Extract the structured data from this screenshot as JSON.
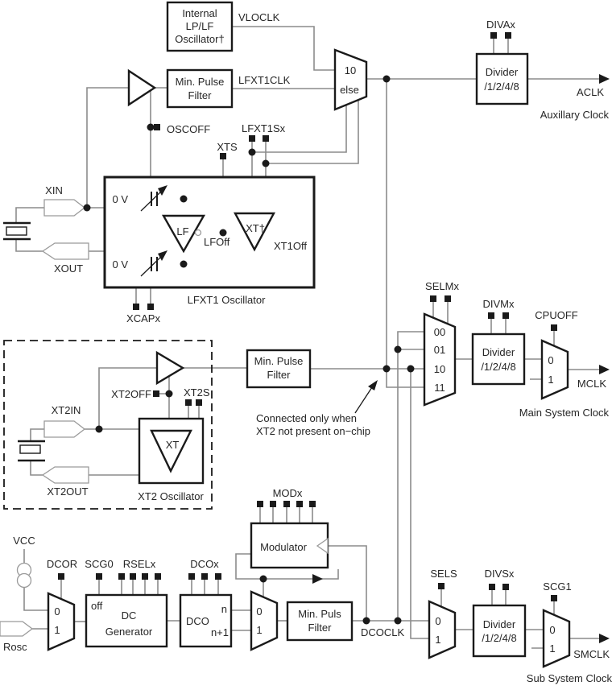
{
  "labels": {
    "internal_osc": {
      "l1": "Internal",
      "l2": "LP/LF",
      "l3": "Oscillator†"
    },
    "vloclk": "VLOCLK",
    "lfxt1clk": "LFXT1CLK",
    "mux_a": {
      "i0": "10",
      "i1": "else"
    },
    "divax": "DIVAx",
    "divider": {
      "l1": "Divider",
      "l2": "/1/2/4/8"
    },
    "filter": {
      "l1": "Min. Pulse",
      "l2": "Filter"
    },
    "filter_s": {
      "l1": "Min. Puls",
      "l2": "Filter"
    },
    "aclk": "ACLK",
    "aclk_caption": "Auxillary Clock",
    "oscoff": "OSCOFF",
    "xts": "XTS",
    "lfxt1sx": "LFXT1Sx",
    "xin": "XIN",
    "xout": "XOUT",
    "xcapx": "XCAPx",
    "v0": "0 V",
    "lf": "LF",
    "xt_dag": "XT†",
    "lfoff": "LFOff",
    "xt1off": "XT1Off",
    "lfxt1_caption": "LFXT1 Oscillator",
    "xt2off": "XT2OFF",
    "xt2s": "XT2S",
    "xt2in": "XT2IN",
    "xt2out": "XT2OUT",
    "xt": "XT",
    "xt2_caption": "XT2 Oscillator",
    "note": {
      "l1": "Connected only when",
      "l2": "XT2 not present on−chip"
    },
    "selmx": "SELMx",
    "m00": "00",
    "m01": "01",
    "m10": "10",
    "m11": "11",
    "divmx": "DIVMx",
    "cpuoff": "CPUOFF",
    "mclk": "MCLK",
    "mclk_caption": "Main System Clock",
    "vcc": "VCC",
    "rosc": "Rosc",
    "dcor": "DCOR",
    "scg0": "SCG0",
    "rselx": "RSELx",
    "off": "off",
    "dcgen": {
      "l1": "DC",
      "l2": "Generator"
    },
    "dcox": "DCOx",
    "dco": "DCO",
    "n": "n",
    "n1": "n+1",
    "dcoclk": "DCOCLK",
    "modx": "MODx",
    "modulator": "Modulator",
    "sels": "SELS",
    "divsx": "DIVSx",
    "scg1": "SCG1",
    "smclk": "SMCLK",
    "smclk_caption": "Sub System Clock",
    "bits": {
      "b0": "0",
      "b1": "1"
    }
  },
  "colors": {
    "wire": "#8c8c8c",
    "component": "#1a1a1a",
    "text": "#262626",
    "background": "#ffffff"
  }
}
